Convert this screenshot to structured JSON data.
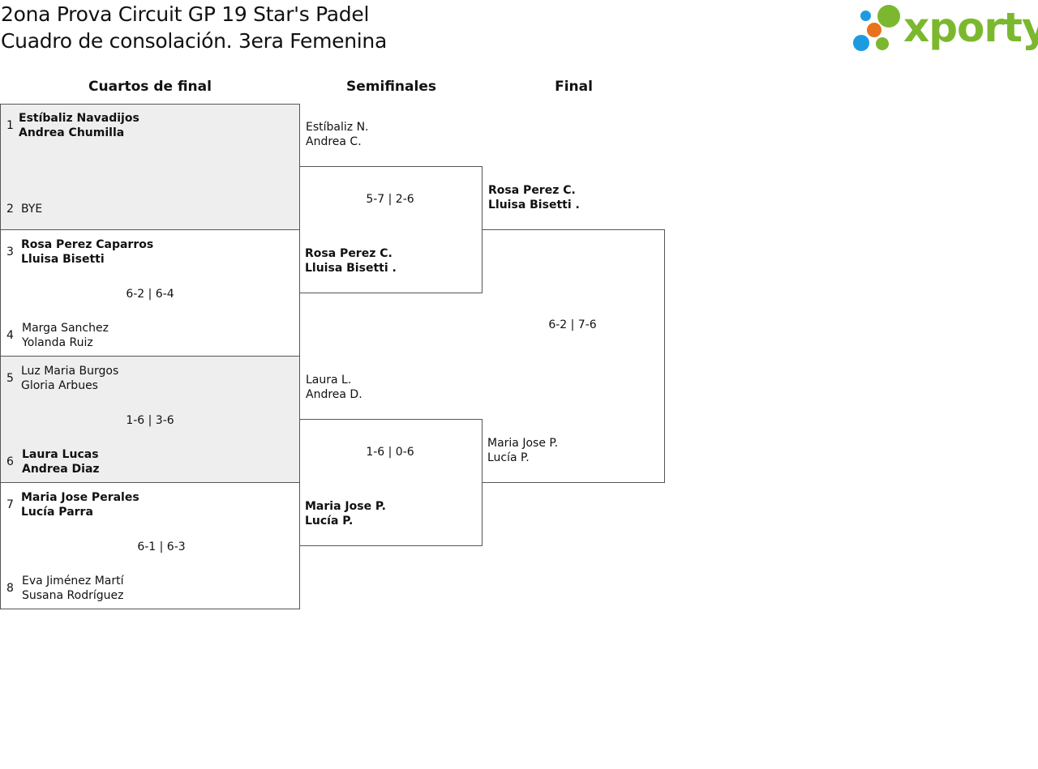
{
  "header": {
    "title_line1": "2ona Prova Circuit GP 19 Star's Padel",
    "title_line2": "Cuadro de consolación. 3era Femenina"
  },
  "logo": {
    "text": "xporty",
    "colors": {
      "blue": "#1d9be0",
      "green": "#7cb82f",
      "orange": "#e8731c"
    }
  },
  "rounds": [
    "Cuartos de final",
    "Semifinales",
    "Final"
  ],
  "quarterfinals": [
    {
      "seed_top": "1",
      "top": [
        "Estíbaliz Navadijos",
        "Andrea Chumilla"
      ],
      "seed_bottom": "2",
      "bottom": [
        "BYE"
      ],
      "score": ""
    },
    {
      "seed_top": "3",
      "top": [
        "Rosa Perez Caparros",
        "Lluisa Bisetti"
      ],
      "seed_bottom": "4",
      "bottom": [
        "Marga Sanchez",
        "Yolanda Ruiz"
      ],
      "score": "6-2 | 6-4"
    },
    {
      "seed_top": "5",
      "top": [
        "Luz Maria Burgos",
        "Gloria Arbues"
      ],
      "seed_bottom": "6",
      "bottom": [
        "Laura Lucas",
        "Andrea Diaz"
      ],
      "score": "1-6 | 3-6"
    },
    {
      "seed_top": "7",
      "top": [
        "Maria Jose Perales",
        "Lucía Parra"
      ],
      "seed_bottom": "8",
      "bottom": [
        "Eva Jiménez Martí",
        "Susana Rodríguez"
      ],
      "score": "6-1 | 6-3"
    }
  ],
  "semifinals": [
    {
      "top": [
        "Estíbaliz N.",
        "Andrea C."
      ],
      "bottom": [
        "Rosa Perez C.",
        "Lluisa Bisetti ."
      ],
      "score": "5-7 | 2-6"
    },
    {
      "top": [
        "Laura L.",
        "Andrea D."
      ],
      "bottom": [
        "Maria Jose P.",
        "Lucía P."
      ],
      "score": "1-6 | 0-6"
    }
  ],
  "final": {
    "top": [
      "Rosa Perez C.",
      "Lluisa Bisetti ."
    ],
    "bottom": [
      "Maria Jose P.",
      "Lucía P."
    ],
    "score": "6-2 | 7-6"
  }
}
